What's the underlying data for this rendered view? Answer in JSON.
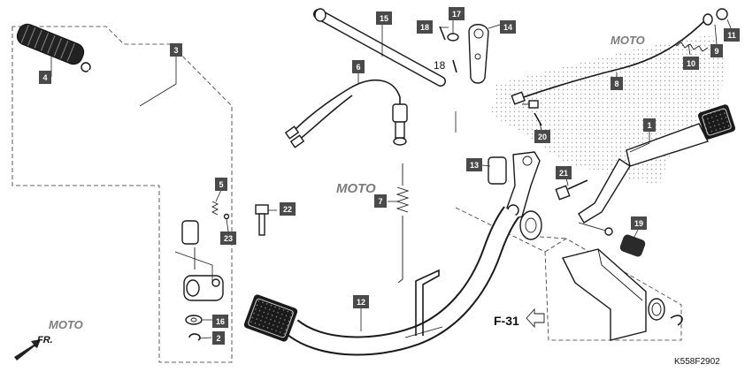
{
  "diagram": {
    "callouts": [
      {
        "id": "c1",
        "label": "1"
      },
      {
        "id": "c2",
        "label": "2"
      },
      {
        "id": "c3",
        "label": "3"
      },
      {
        "id": "c4",
        "label": "4"
      },
      {
        "id": "c5",
        "label": "5"
      },
      {
        "id": "c6",
        "label": "6"
      },
      {
        "id": "c7",
        "label": "7"
      },
      {
        "id": "c8",
        "label": "8"
      },
      {
        "id": "c9",
        "label": "9"
      },
      {
        "id": "c10",
        "label": "10"
      },
      {
        "id": "c11",
        "label": "11"
      },
      {
        "id": "c12",
        "label": "12"
      },
      {
        "id": "c13",
        "label": "13"
      },
      {
        "id": "c14",
        "label": "14"
      },
      {
        "id": "c15",
        "label": "15"
      },
      {
        "id": "c16",
        "label": "16"
      },
      {
        "id": "c17",
        "label": "17"
      },
      {
        "id": "c18",
        "label": "18"
      },
      {
        "id": "c19",
        "label": "19"
      },
      {
        "id": "c20",
        "label": "20"
      },
      {
        "id": "c21",
        "label": "21"
      },
      {
        "id": "c22",
        "label": "22"
      },
      {
        "id": "c23",
        "label": "23"
      }
    ],
    "plain_label_18": "18",
    "reference_label": "F-31",
    "direction_label": "FR.",
    "watermark_text": "MOTO",
    "diagram_code": "K558F2902",
    "colors": {
      "callout_bg": "#4a4a4a",
      "callout_text": "#ffffff",
      "line": "#1a1a1a",
      "watermark": "#c8c8d8"
    }
  }
}
